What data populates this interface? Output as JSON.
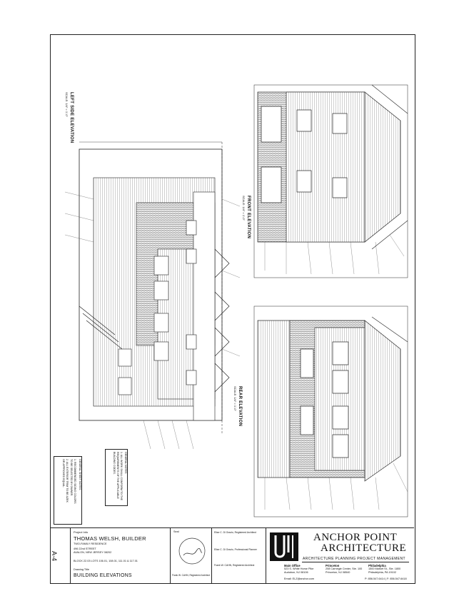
{
  "drawing_labels": {
    "left_side": "LEFT SIDE ELEVATION",
    "front": "FRONT ELEVATION",
    "rear": "REAR ELEVATION",
    "scale": "SCALE: 1/4\" = 1'-0\""
  },
  "notes": {
    "general_title": "GENERAL NOTES",
    "general_1": "1. ALL WORK SHALL CONFORM TO THE",
    "general_2": "   REQUIREMENTS OF THE APPLICABLE",
    "general_3": "   BUILDING CODES.",
    "sheet_title": "GENERAL SHEET NOTES",
    "sheet_1": "1. RECOMMENDED SIDING COLORS",
    "sheet_2": "   TO BE SELECTED BY OWNER.",
    "sheet_3": "2. ALL EXTERIOR TRIM TO BE AZEK",
    "sheet_4": "   OR APPROVED EQUAL."
  },
  "title_block": {
    "project_label": "Project Info",
    "builder": "THOMAS WELSH, BUILDER",
    "residence": "TWO-FAMILY RESIDENCE",
    "street": "496 22nd STREET",
    "city": "AVALON, NEW JERSEY 08202",
    "block_lot": "BLOCK 22.03   LOTS 106.01, 108.01, 111.01 & 117.01",
    "drawing_label": "Drawing Title",
    "drawing_title": "BUILDING ELEVATIONS",
    "sheet_number": "A-4",
    "seal_label": "Seal",
    "seal_caption": "Frank W. CAHN, Registered Architect",
    "architect_1": "Elise C. Di Orazio, Registered Architect",
    "architect_2": "Elise C. Di Orazio, Professional Planner",
    "architect_3": "Frank W. CAHN, Registered Architect",
    "firm_line1": "ANCHOR POINT",
    "firm_line2": "ARCHITECTURE",
    "tagline": "ARCHITECTURE  PLANNING  PROJECT MANAGEMENT",
    "main_office_h": "Main Office",
    "main_office_1": "523 S. White Horse Pike",
    "main_office_2": "Audubon, NJ 08106",
    "princeton_h": "Princeton",
    "princeton_1": "208 Carnegie Center, Ste. 100",
    "princeton_2": "Princeton, NJ 08540",
    "philadelphia_h": "Philadelphia",
    "philadelphia_1": "1500 Market St., Ste. 1800",
    "philadelphia_2": "Philadelphia, PA 19102",
    "email": "Email: ELZ@anchor.com",
    "phone": "P: 856.547.6414 | F: 856.547.6418"
  }
}
